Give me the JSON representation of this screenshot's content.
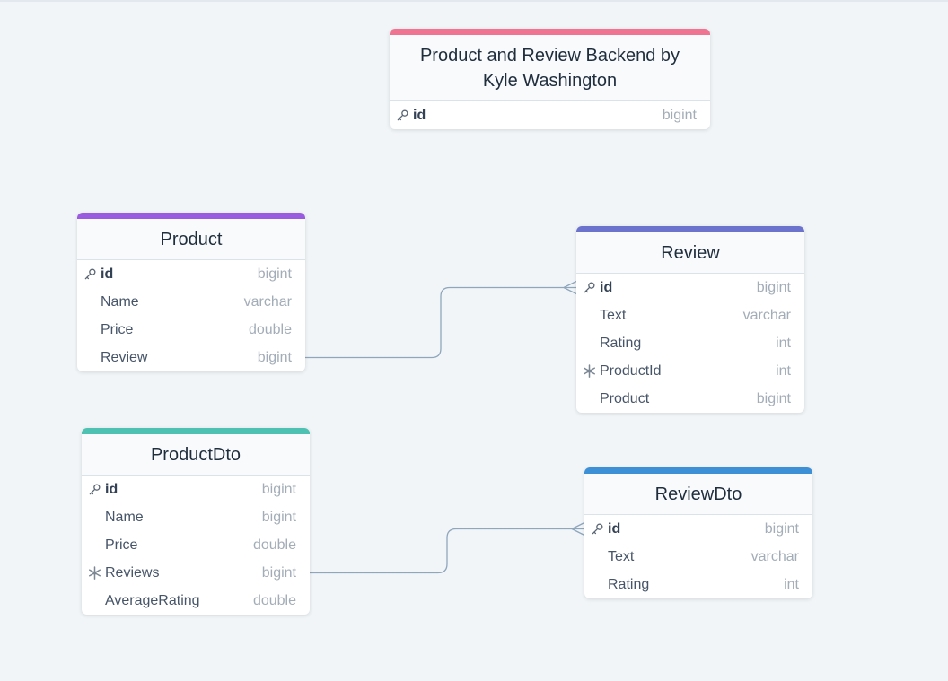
{
  "tables": [
    {
      "title": "Product and Review Backend by Kyle Washington",
      "color": "#f07392",
      "fields": [
        {
          "name": "id",
          "type": "bigint",
          "icon": "key-icon",
          "pk": true
        }
      ]
    },
    {
      "title": "Product",
      "color": "#9a5be0",
      "fields": [
        {
          "name": "id",
          "type": "bigint",
          "icon": "key-icon",
          "pk": true
        },
        {
          "name": "Name",
          "type": "varchar"
        },
        {
          "name": "Price",
          "type": "double"
        },
        {
          "name": "Review",
          "type": "bigint"
        }
      ]
    },
    {
      "title": "Review",
      "color": "#6b73cc",
      "fields": [
        {
          "name": "id",
          "type": "bigint",
          "icon": "key-icon",
          "pk": true
        },
        {
          "name": "Text",
          "type": "varchar"
        },
        {
          "name": "Rating",
          "type": "int"
        },
        {
          "name": "ProductId",
          "type": "int",
          "icon": "snowflake-icon"
        },
        {
          "name": "Product",
          "type": "bigint"
        }
      ]
    },
    {
      "title": "ProductDto",
      "color": "#4fc1b3",
      "fields": [
        {
          "name": "id",
          "type": "bigint",
          "icon": "key-icon",
          "pk": true
        },
        {
          "name": "Name",
          "type": "bigint"
        },
        {
          "name": "Price",
          "type": "double"
        },
        {
          "name": "Reviews",
          "type": "bigint",
          "icon": "snowflake-icon"
        },
        {
          "name": "AverageRating",
          "type": "double"
        }
      ]
    },
    {
      "title": "ReviewDto",
      "color": "#3d8fd6",
      "fields": [
        {
          "name": "id",
          "type": "bigint",
          "icon": "key-icon",
          "pk": true
        },
        {
          "name": "Text",
          "type": "varchar"
        },
        {
          "name": "Rating",
          "type": "int"
        }
      ]
    }
  ],
  "relationships": [
    {
      "from": "Product.Review",
      "to": "Review.id",
      "to_end": "crow-foot"
    },
    {
      "from": "ProductDto.Reviews",
      "to": "ReviewDto.id",
      "to_end": "crow-foot"
    }
  ],
  "line_color": "#8fa6bd"
}
